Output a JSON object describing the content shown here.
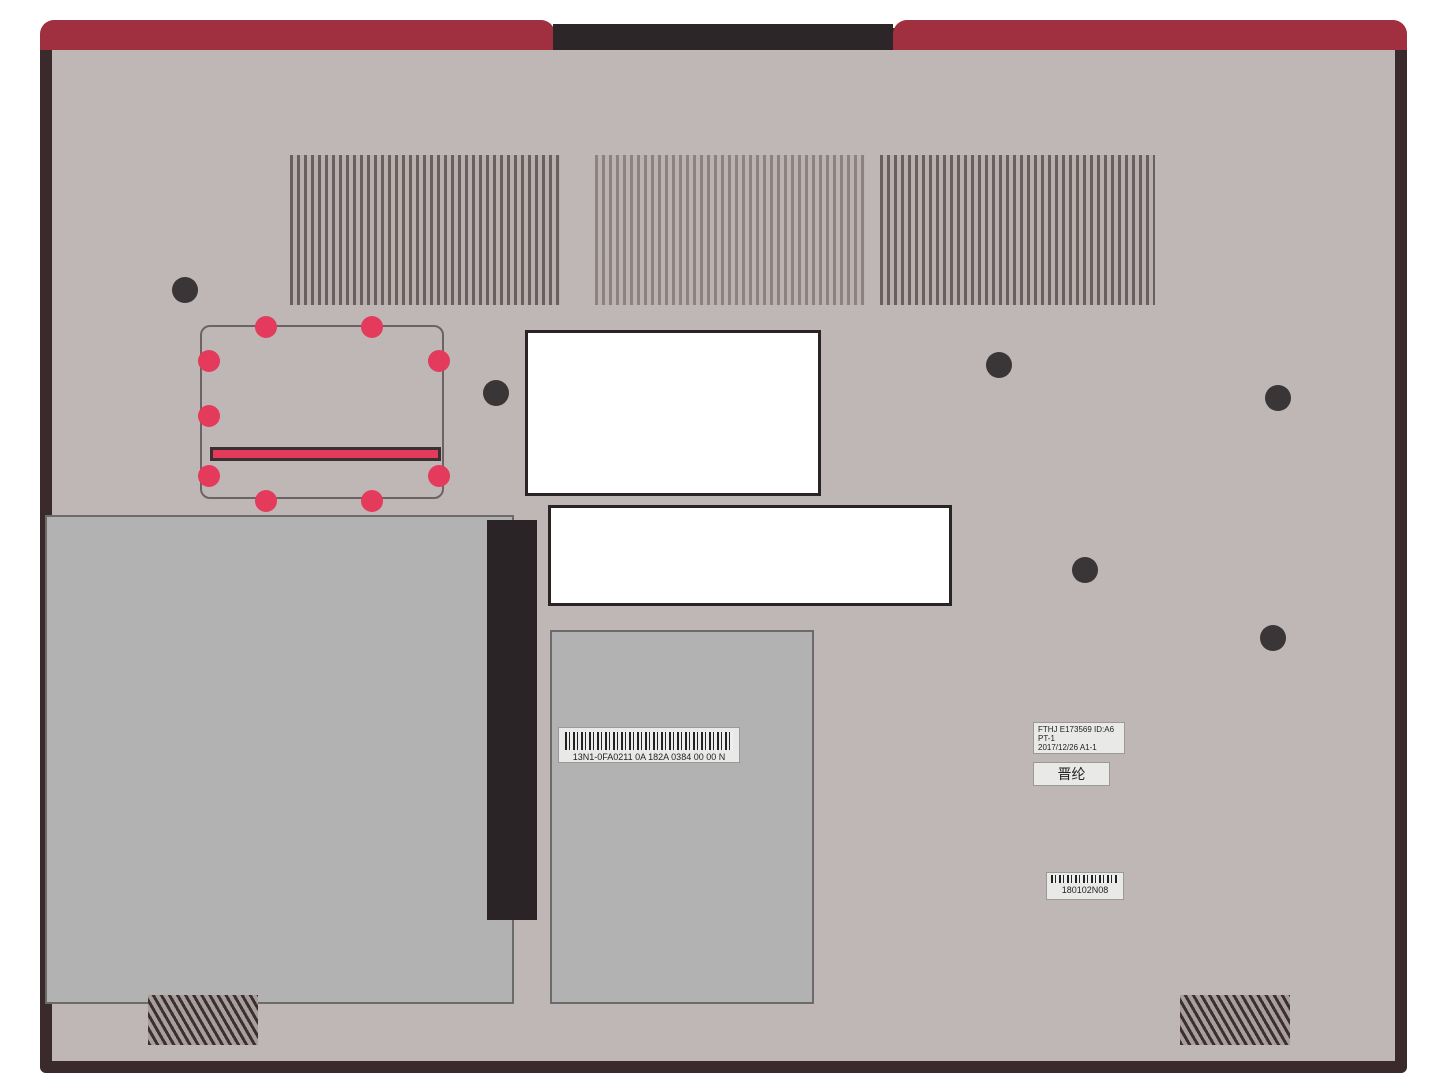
{
  "image": {
    "subject": "Laptop bottom base case (D cover), interior view",
    "colors": {
      "plastic": "#bfb7b5",
      "accent_red": "#a0303f",
      "pink_pins": "#e43a5c",
      "metal": "#b2b2b2",
      "dark": "#2b2426"
    }
  },
  "labels": {
    "part_number": "13N1-0FA0211 0A 182A 0384 00 00 N",
    "info_line1": "FTHJ E173569 ID:A6 PT-1",
    "info_line2": "2017/12/26 A1-1",
    "chinese_tag": "晋纶",
    "lot_code": "180102N08"
  }
}
